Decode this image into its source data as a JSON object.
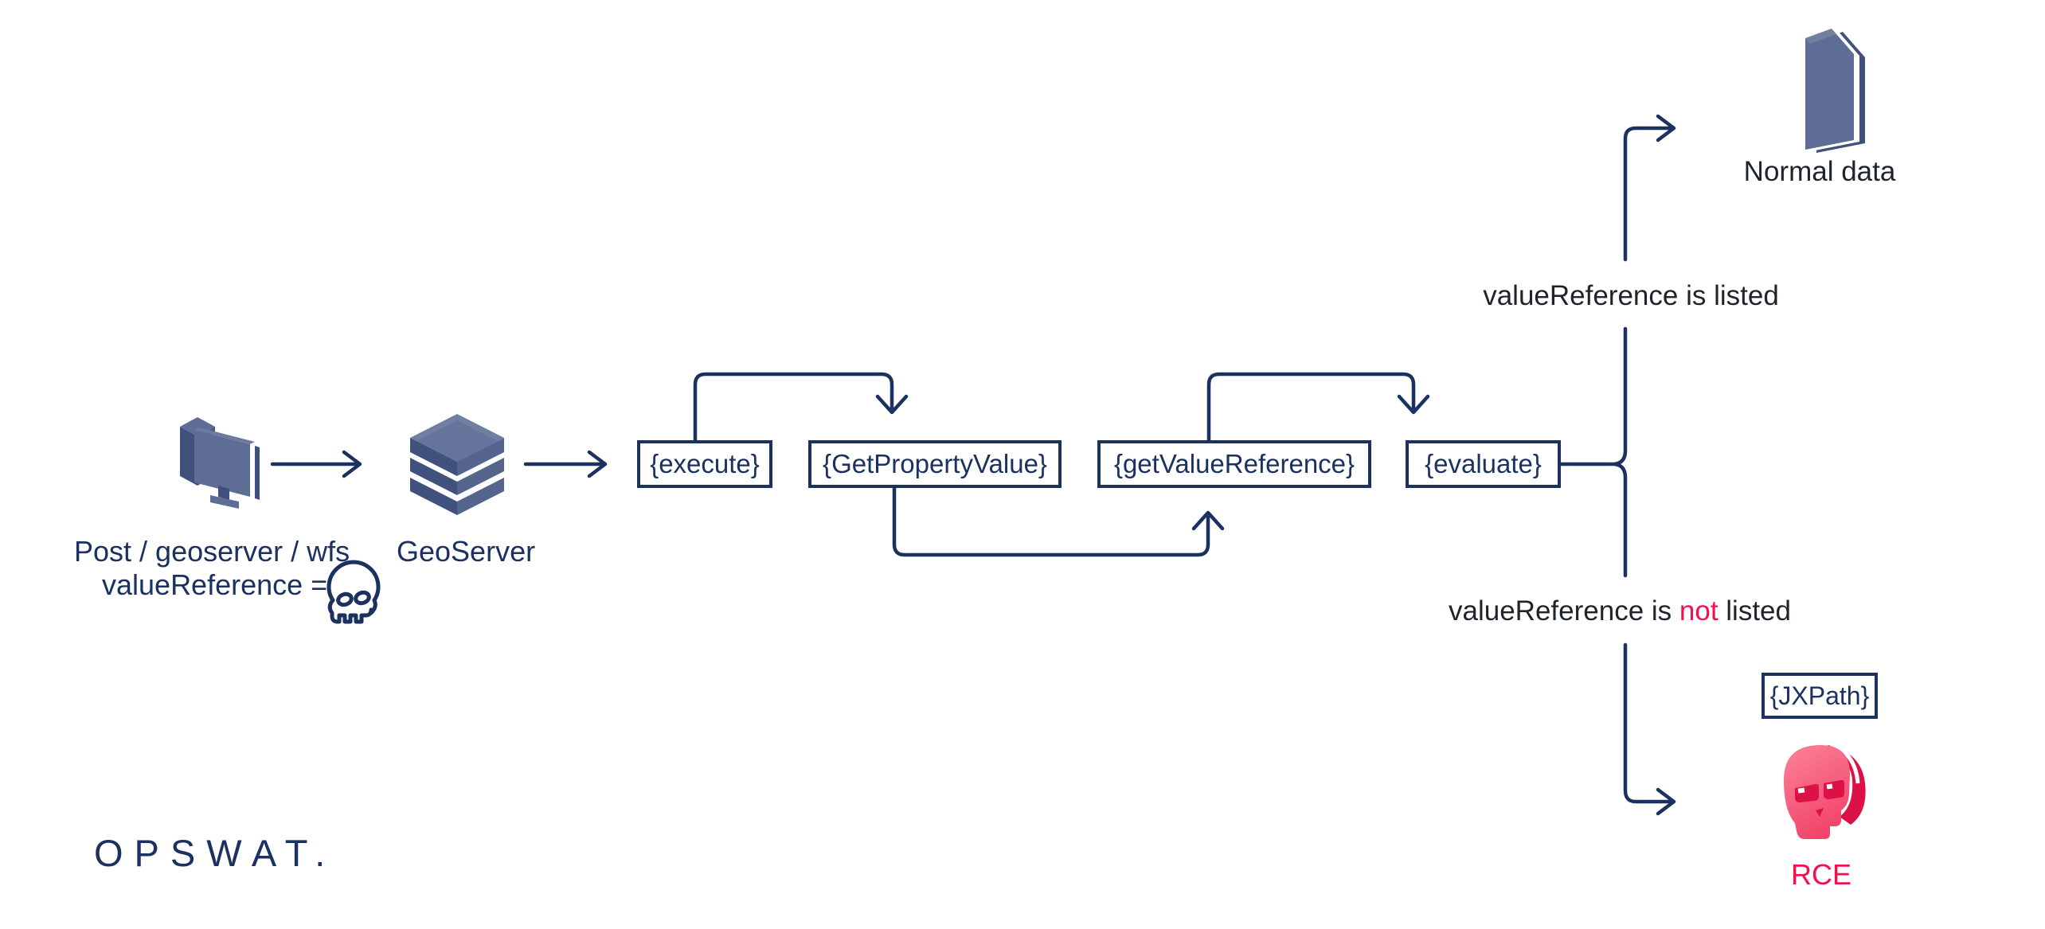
{
  "colors": {
    "navy": "#1b3160",
    "text_dark": "#1f242c",
    "red": "#f50f4c",
    "slate_light": "#6f7fa2",
    "slate_mid": "#5e6d95",
    "slate_dark": "#41517d",
    "pink_light": "#fb8398",
    "pink_mid": "#f2466c",
    "crimson": "#dc1146"
  },
  "attacker": {
    "line1": "Post / geoserver / wfs",
    "line2": "valueReference =",
    "icon": "computer-icon",
    "payload_icon": "skull-outline-icon"
  },
  "server": {
    "label": "GeoServer",
    "icon": "layers-stack-icon"
  },
  "flow": {
    "boxes": [
      {
        "label": "{execute}"
      },
      {
        "label": "{GetPropertyValue}"
      },
      {
        "label": "{getValueReference}"
      },
      {
        "label": "{evaluate}"
      }
    ]
  },
  "branch_listed": {
    "condition": "valueReference is listed",
    "result": "Normal data",
    "icon": "document-icon"
  },
  "branch_not_listed": {
    "condition_prefix": "valueReference is ",
    "condition_highlight": "not",
    "condition_suffix": " listed",
    "box_label": "{JXPath}",
    "result": "RCE",
    "icon": "rce-skull-icon"
  },
  "logo": {
    "text": "OPSWAT."
  }
}
